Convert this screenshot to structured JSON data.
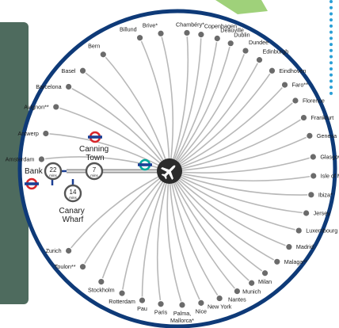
{
  "airport": {
    "icon": "airplane-icon"
  },
  "destinations": [
    {
      "label": "Chambéry*",
      "angle": -86
    },
    {
      "label": "Copenhagen",
      "angle": -80
    },
    {
      "label": "Deauville",
      "angle": -73
    },
    {
      "label": "Dublin",
      "angle": -67
    },
    {
      "label": "Dundee",
      "angle": -60
    },
    {
      "label": "Edinburgh",
      "angle": -53
    },
    {
      "label": "Eindhoven",
      "angle": -46
    },
    {
      "label": "Faro**",
      "angle": -38
    },
    {
      "label": "Florence",
      "angle": -30
    },
    {
      "label": "Frankfurt",
      "angle": -22
    },
    {
      "label": "Geneva",
      "angle": -14
    },
    {
      "label": "Glasgow",
      "angle": -5
    },
    {
      "label": "Isle of Man",
      "angle": 3
    },
    {
      "label": "Ibiza*",
      "angle": 11
    },
    {
      "label": "Jersey",
      "angle": 19
    },
    {
      "label": "Luxembourg",
      "angle": 27
    },
    {
      "label": "Madrid",
      "angle": 35
    },
    {
      "label": "Malaga**",
      "angle": 43
    },
    {
      "label": "Milan",
      "angle": 50
    },
    {
      "label": "Munich",
      "angle": 57
    },
    {
      "label": "Nantes",
      "angle": 64
    },
    {
      "label": "New York",
      "angle": 72
    },
    {
      "label": "Nice",
      "angle": 80
    },
    {
      "label": "Palma,\nMallorca*",
      "angle": 88
    },
    {
      "label": "Paris",
      "angle": 97
    },
    {
      "label": "Pau",
      "angle": 105
    },
    {
      "label": "Rotterdam",
      "angle": 114
    },
    {
      "label": "Stockholm",
      "angle": 124
    },
    {
      "label": "Toulon**",
      "angle": 134
    },
    {
      "label": "Zurich",
      "angle": 143
    },
    {
      "label": "Amsterdam",
      "angle": -176
    },
    {
      "label": "Antwerp",
      "angle": -165
    },
    {
      "label": "Avignon**",
      "angle": -153
    },
    {
      "label": "Barcelona",
      "angle": -143
    },
    {
      "label": "Basel",
      "angle": -134
    },
    {
      "label": "Bern",
      "angle": -123
    },
    {
      "label": "Billund",
      "angle": -106
    },
    {
      "label": "Brive*",
      "angle": -97
    }
  ],
  "rail": {
    "canning_town": {
      "name": "Canning\nTown",
      "mins": "7",
      "unit": "mins"
    },
    "bank": {
      "name": "Bank",
      "mins": "22",
      "unit": "mins"
    },
    "canary_wharf": {
      "name": "Canary\nWharf",
      "mins": "14",
      "unit": "mins"
    }
  },
  "colors": {
    "ring": "#0e3a78",
    "spoke": "#b8b8b8",
    "dot": "#6b6b6b",
    "hub": "#2b2b2b",
    "tube_red": "#d8262b",
    "tube_blue": "#1c3f94",
    "dlr_teal": "#00a89d"
  }
}
